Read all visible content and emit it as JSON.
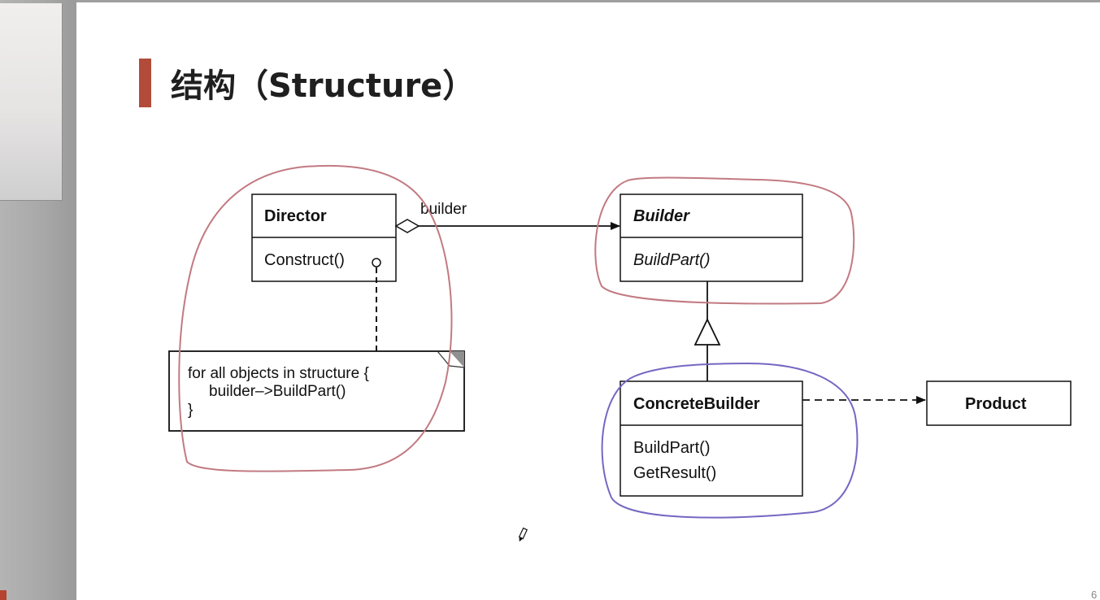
{
  "slide": {
    "title": "结构（Structure）",
    "page_number": "6"
  },
  "diagram": {
    "classes": {
      "director": {
        "name": "Director",
        "operation": "Construct()"
      },
      "builder": {
        "name": "Builder",
        "operation": "BuildPart()",
        "abstract": true
      },
      "concrete_builder": {
        "name": "ConcreteBuilder",
        "operations": [
          "BuildPart()",
          "GetResult()"
        ]
      },
      "product": {
        "name": "Product"
      }
    },
    "association_label": "builder",
    "note_lines": [
      "for all objects in structure {",
      "builder–>BuildPart()",
      "}"
    ],
    "annotation_colors": {
      "red_circle": "#c27a82",
      "blue_circle": "#7468c2"
    }
  }
}
